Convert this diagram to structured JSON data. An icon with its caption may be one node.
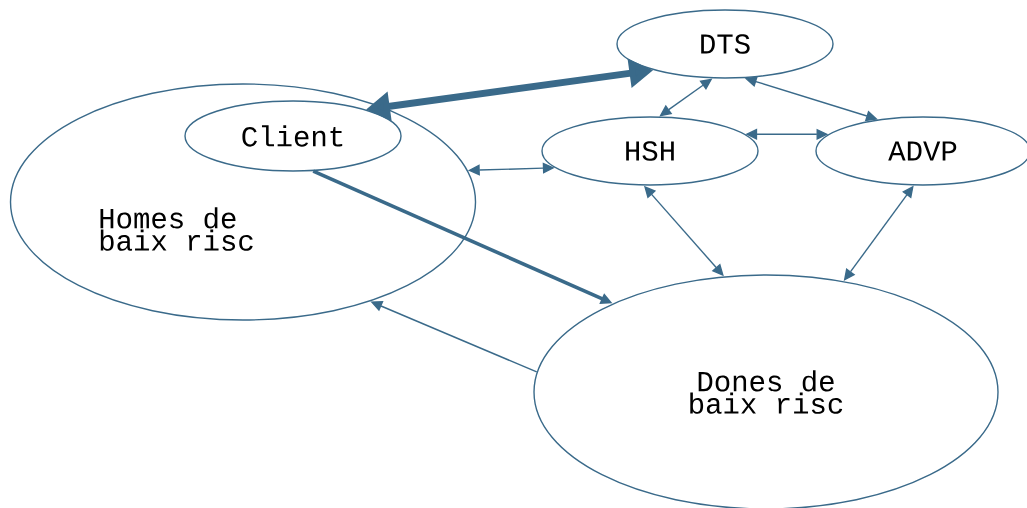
{
  "diagram": {
    "nodes": [
      {
        "text": [
          "Homes de baix risc"
        ]
      },
      {
        "text": [
          "Client"
        ],
        "in": 0
      },
      {
        "text": [
          "DTS"
        ]
      },
      {
        "text": [
          "HSH"
        ]
      },
      {
        "text": [
          "ADVP"
        ]
      },
      {
        "text": [
          "Dones de baix risc"
        ]
      }
    ],
    "edges": [
      {
        "from": 1,
        "to": 2,
        "arrow": "both",
        "style": "thick"
      },
      {
        "from": 1,
        "to": 5,
        "arrow": "to",
        "style": "thick"
      },
      {
        "from": 5,
        "to": 0,
        "arrow": "to"
      },
      {
        "from": 0,
        "to": 3,
        "arrow": "both"
      },
      {
        "from": 2,
        "to": 3,
        "arrow": "both"
      },
      {
        "from": 2,
        "to": 4,
        "arrow": "both"
      },
      {
        "from": 3,
        "to": 4,
        "arrow": "both"
      },
      {
        "from": 3,
        "to": 5,
        "arrow": "both"
      },
      {
        "from": 4,
        "to": 5,
        "arrow": "both"
      }
    ]
  }
}
